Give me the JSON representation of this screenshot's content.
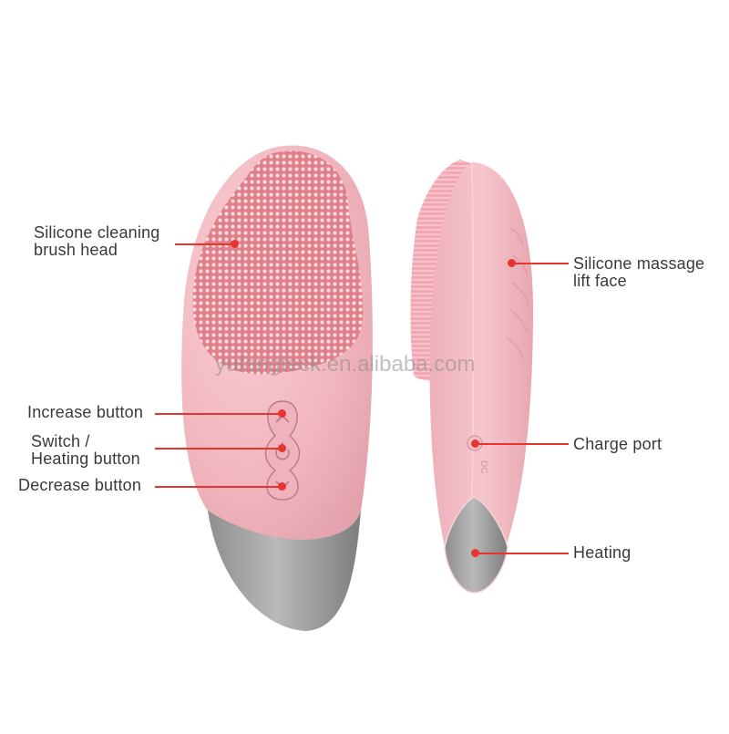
{
  "product": {
    "name": "Silicone facial cleansing brush",
    "watermark": "yufangteck.en.alibaba.com",
    "colors": {
      "body_pink": "#f4bcc3",
      "body_pink_shade": "#e9a6b0",
      "bristle_pink": "#e6868e",
      "bristle_dot": "#f9d6da",
      "metal_grey": "#9c9c9c",
      "callout_red": "#e8332f",
      "label_text": "#3a3a3a"
    },
    "dc_marking": "DC"
  },
  "callouts": {
    "left": [
      {
        "id": "brush-head",
        "line1": "Silicone cleaning",
        "line2": "brush head"
      },
      {
        "id": "increase",
        "line1": "Increase button"
      },
      {
        "id": "switch",
        "line1": "Switch /",
        "line2": "Heating button"
      },
      {
        "id": "decrease",
        "line1": "Decrease button"
      }
    ],
    "right": [
      {
        "id": "massage-face",
        "line1": "Silicone massage",
        "line2": "lift face"
      },
      {
        "id": "charge-port",
        "line1": "Charge port"
      },
      {
        "id": "heating",
        "line1": "Heating"
      }
    ]
  }
}
